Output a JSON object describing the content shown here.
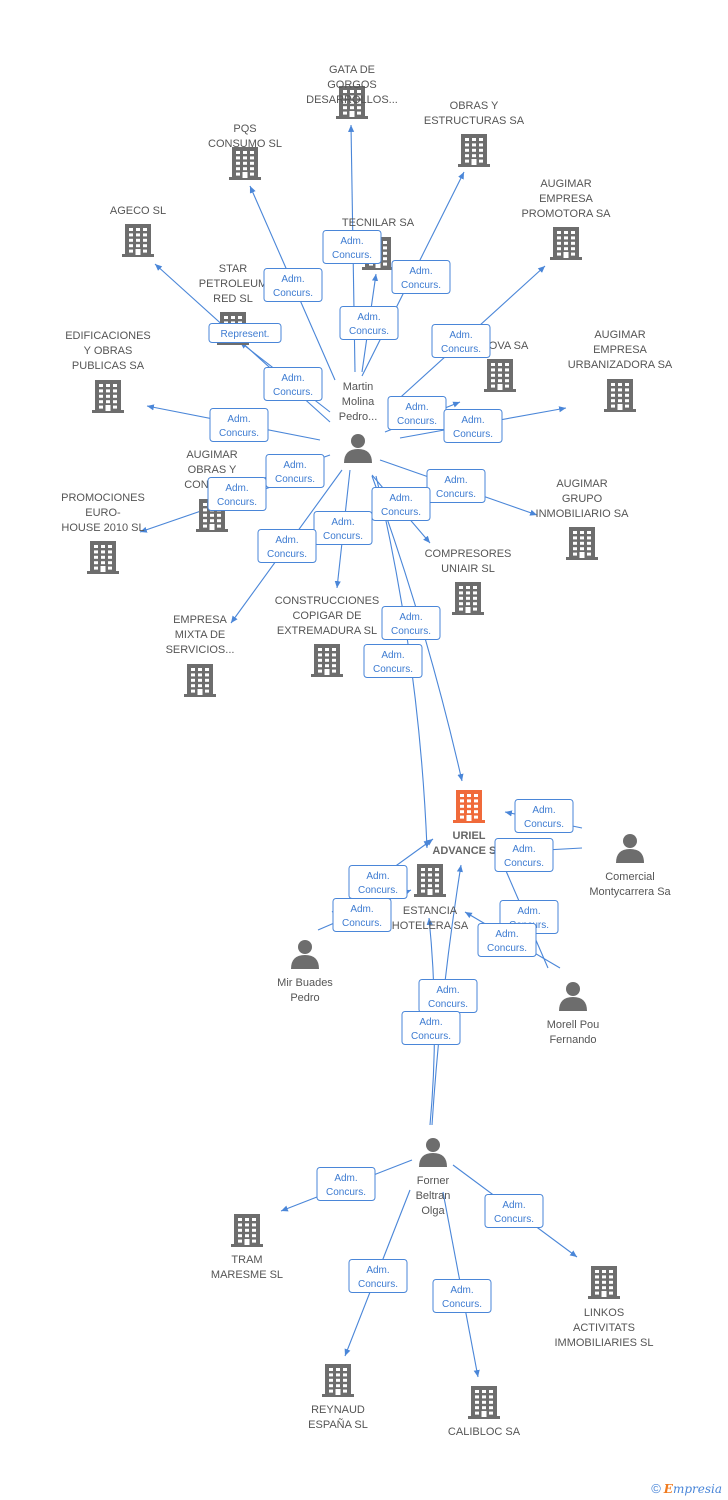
{
  "colors": {
    "edge": "#4a86d8",
    "company": "#6d6d6d",
    "focus_company": "#f06a3a",
    "person": "#6d6d6d"
  },
  "footer": {
    "copyright": "©",
    "brand_first": "E",
    "brand_rest": "mpresia"
  },
  "nodes": [
    {
      "id": "gata",
      "type": "company",
      "icon": "building-icon",
      "lines": [
        "GATA DE",
        "GORGOS",
        "DESARROLLOS..."
      ]
    },
    {
      "id": "pqs",
      "type": "company",
      "icon": "building-icon",
      "lines": [
        "PQS",
        "CONSUMO SL"
      ]
    },
    {
      "id": "obras",
      "type": "company",
      "icon": "building-icon",
      "lines": [
        "OBRAS Y",
        "ESTRUCTURAS SA"
      ]
    },
    {
      "id": "ageco",
      "type": "company",
      "icon": "building-icon",
      "lines": [
        "AGECO SL"
      ]
    },
    {
      "id": "tecnilar",
      "type": "company",
      "icon": "building-icon",
      "lines": [
        "TECNILAR SA"
      ]
    },
    {
      "id": "aug_prom",
      "type": "company",
      "icon": "building-icon",
      "lines": [
        "AUGIMAR",
        "EMPRESA",
        "PROMOTORA SA"
      ]
    },
    {
      "id": "star",
      "type": "company",
      "icon": "building-icon",
      "lines": [
        "STAR",
        "PETROLEUM",
        "RED SL"
      ]
    },
    {
      "id": "edif",
      "type": "company",
      "icon": "building-icon",
      "lines": [
        "EDIFICACIONES",
        "Y OBRAS",
        "PUBLICAS SA"
      ]
    },
    {
      "id": "dova",
      "type": "company",
      "icon": "building-icon",
      "lines": [
        "...DOVA SA"
      ]
    },
    {
      "id": "aug_urb",
      "type": "company",
      "icon": "building-icon",
      "lines": [
        "AUGIMAR",
        "EMPRESA",
        "URBANIZADORA SA"
      ]
    },
    {
      "id": "martin",
      "type": "person",
      "icon": "person-icon",
      "lines": [
        "Martin",
        "Molina",
        "Pedro..."
      ]
    },
    {
      "id": "aug_obras",
      "type": "company",
      "icon": "building-icon",
      "lines": [
        "AUGIMAR",
        "OBRAS Y",
        "CONTRA..."
      ]
    },
    {
      "id": "promo",
      "type": "company",
      "icon": "building-icon",
      "lines": [
        "PROMOCIONES",
        "EURO-",
        "HOUSE 2010 SL"
      ]
    },
    {
      "id": "aug_grupo",
      "type": "company",
      "icon": "building-icon",
      "lines": [
        "AUGIMAR",
        "GRUPO",
        "INMOBILIARIO SA"
      ]
    },
    {
      "id": "compresores",
      "type": "company",
      "icon": "building-icon",
      "lines": [
        "COMPRESORES",
        "UNIAIR SL"
      ]
    },
    {
      "id": "construcciones",
      "type": "company",
      "icon": "building-icon",
      "lines": [
        "CONSTRUCCIONES",
        "COPIGAR DE",
        "EXTREMADURA SL"
      ]
    },
    {
      "id": "mixta",
      "type": "company",
      "icon": "building-icon",
      "lines": [
        "EMPRESA",
        "MIXTA DE",
        "SERVICIOS..."
      ]
    },
    {
      "id": "uriel",
      "type": "focus",
      "icon": "building-icon",
      "lines": [
        "URIEL",
        "ADVANCE S..."
      ]
    },
    {
      "id": "comercial",
      "type": "person",
      "icon": "person-icon",
      "lines": [
        "Comercial",
        "Montycarrera Sa"
      ]
    },
    {
      "id": "estancia",
      "type": "company",
      "icon": "building-icon",
      "lines": [
        "ESTANCIA",
        "HOTELERA SA"
      ]
    },
    {
      "id": "mir",
      "type": "person",
      "icon": "person-icon",
      "lines": [
        "Mir Buades",
        "Pedro"
      ]
    },
    {
      "id": "morell",
      "type": "person",
      "icon": "person-icon",
      "lines": [
        "Morell Pou",
        "Fernando"
      ]
    },
    {
      "id": "forner",
      "type": "person",
      "icon": "person-icon",
      "lines": [
        "Forner",
        "Beltran",
        "Olga"
      ]
    },
    {
      "id": "tram",
      "type": "company",
      "icon": "building-icon",
      "lines": [
        "TRAM",
        "MARESME SL"
      ]
    },
    {
      "id": "linkos",
      "type": "company",
      "icon": "building-icon",
      "lines": [
        "LINKOS",
        "ACTIVITATS",
        "IMMOBILIARIES SL"
      ]
    },
    {
      "id": "reynaud",
      "type": "company",
      "icon": "building-icon",
      "lines": [
        "REYNAUD",
        "ESPAÑA SL"
      ]
    },
    {
      "id": "calibloc",
      "type": "company",
      "icon": "building-icon",
      "lines": [
        "CALIBLOC SA"
      ]
    }
  ],
  "edges": [
    {
      "from": "martin",
      "to": "gata",
      "lines": [
        "Adm.",
        "Concurs."
      ]
    },
    {
      "from": "martin",
      "to": "pqs",
      "lines": [
        "Adm.",
        "Concurs."
      ]
    },
    {
      "from": "martin",
      "to": "obras",
      "lines": [
        "Adm.",
        "Concurs."
      ]
    },
    {
      "from": "martin",
      "to": "ageco",
      "lines": [
        "Represent."
      ]
    },
    {
      "from": "martin",
      "to": "tecnilar",
      "lines": [
        "Adm.",
        "Concurs."
      ]
    },
    {
      "from": "martin",
      "to": "aug_prom",
      "lines": [
        "Adm.",
        "Concurs."
      ]
    },
    {
      "from": "martin",
      "to": "star",
      "lines": [
        "Adm.",
        "Concurs."
      ]
    },
    {
      "from": "martin",
      "to": "edif",
      "lines": [
        "Adm.",
        "Concurs."
      ]
    },
    {
      "from": "martin",
      "to": "dova",
      "lines": [
        "Adm.",
        "Concurs."
      ]
    },
    {
      "from": "martin",
      "to": "aug_urb",
      "lines": [
        "Adm.",
        "Concurs."
      ]
    },
    {
      "from": "martin",
      "to": "aug_obras",
      "lines": [
        "Adm.",
        "Concurs."
      ]
    },
    {
      "from": "martin",
      "to": "promo",
      "lines": [
        "Adm.",
        "Concurs."
      ]
    },
    {
      "from": "martin",
      "to": "aug_grupo",
      "lines": [
        "Adm.",
        "Concurs."
      ]
    },
    {
      "from": "martin",
      "to": "compresores",
      "lines": [
        "Adm.",
        "Concurs."
      ]
    },
    {
      "from": "martin",
      "to": "construcciones",
      "lines": [
        "Adm.",
        "Concurs."
      ]
    },
    {
      "from": "martin",
      "to": "mixta",
      "lines": [
        "Adm.",
        "Concurs."
      ]
    },
    {
      "from": "martin",
      "to": "uriel",
      "lines": [
        "Adm.",
        "Concurs."
      ]
    },
    {
      "from": "martin",
      "to": "estancia",
      "lines": [
        "Adm.",
        "Concurs."
      ]
    },
    {
      "from": "comercial",
      "to": "uriel",
      "lines": [
        "Adm.",
        "Concurs."
      ]
    },
    {
      "from": "comercial",
      "to": "uriel",
      "lines": [
        "Adm.",
        "Concurs."
      ]
    },
    {
      "from": "mir",
      "to": "uriel",
      "lines": [
        "Adm.",
        "Concurs."
      ]
    },
    {
      "from": "mir",
      "to": "estancia",
      "lines": [
        "Adm.",
        "Concurs."
      ]
    },
    {
      "from": "morell",
      "to": "uriel",
      "lines": [
        "Adm.",
        "Concurs."
      ]
    },
    {
      "from": "morell",
      "to": "uriel",
      "lines": [
        "Adm.",
        "Concurs."
      ]
    },
    {
      "from": "forner",
      "to": "uriel",
      "lines": [
        "Adm.",
        "Concurs."
      ]
    },
    {
      "from": "forner",
      "to": "estancia",
      "lines": [
        "Adm.",
        "Concurs."
      ]
    },
    {
      "from": "forner",
      "to": "tram",
      "lines": [
        "Adm.",
        "Concurs."
      ]
    },
    {
      "from": "forner",
      "to": "linkos",
      "lines": [
        "Adm.",
        "Concurs."
      ]
    },
    {
      "from": "forner",
      "to": "reynaud",
      "lines": [
        "Adm.",
        "Concurs."
      ]
    },
    {
      "from": "forner",
      "to": "calibloc",
      "lines": [
        "Adm.",
        "Concurs."
      ]
    }
  ]
}
